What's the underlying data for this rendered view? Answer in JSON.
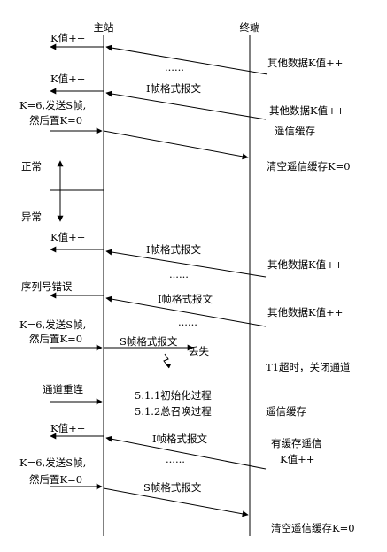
{
  "headers": {
    "master": "主站",
    "terminal": "终端"
  },
  "dots": "......",
  "labels": {
    "k_pp_1": "K值++",
    "other_data_1": "其他数据K值++",
    "k_pp_2": "K值++",
    "i_frame_1": "I帧格式报文",
    "k6_send_1a": "K=6,发送S帧,",
    "k6_send_1b": "然后置K=0",
    "other_data_2": "其他数据K值++",
    "telemetry_cache_1": "遥信缓存",
    "clear_cache_1": "清空遥信缓存K=0",
    "normal": "正常",
    "abnormal": "异常",
    "k_pp_3": "K值++",
    "i_frame_2": "I帧格式报文",
    "other_data_3": "其他数据K值++",
    "seq_error": "序列号错误",
    "i_frame_3": "I帧格式报文",
    "other_data_4": "其他数据K值++",
    "k6_send_2a": "K=6,发送S帧,",
    "k6_send_2b": "然后置K=0",
    "s_frame_1": "S帧格式报文",
    "lost": "丢失",
    "t1_timeout": "T1超时，关闭通道",
    "reconnect": "通道重连",
    "init_process": "5.1.1初始化过程",
    "general_call": "5.1.2总召唤过程",
    "telemetry_cache_2": "遥信缓存",
    "k_pp_4": "K值++",
    "i_frame_4": "I帧格式报文",
    "has_cache_a": "有缓存遥信",
    "has_cache_b": "K值++",
    "k6_send_3a": "K=6,发送S帧,",
    "k6_send_3b": "然后置K=0",
    "s_frame_2": "S帧格式报文",
    "clear_cache_2": "清空遥信缓存K=0"
  }
}
